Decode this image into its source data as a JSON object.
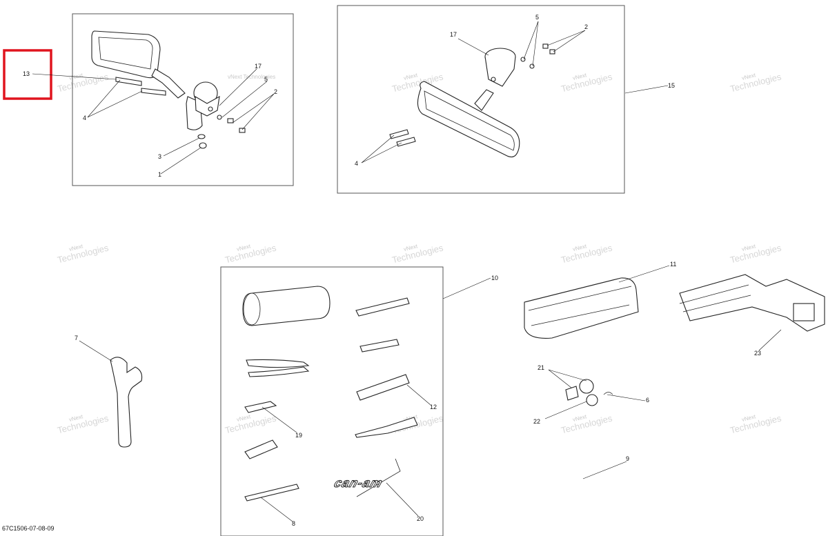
{
  "document_id": "67C1506-07-08-09",
  "watermark": {
    "line1": "vNext",
    "line2": "Technologies",
    "inline": "vNext Technologies"
  },
  "highlight_color": "#e0141e",
  "callouts": {
    "c13": "13",
    "c17a": "17",
    "c2a": "2",
    "c4a": "4",
    "c3": "3",
    "c1": "1",
    "c5a": "5",
    "c17b": "17",
    "c5b": "5",
    "c2b": "2",
    "c15": "15",
    "c4b": "4",
    "c10": "10",
    "c11": "11",
    "c7": "7",
    "c12": "12",
    "c19": "19",
    "c8": "8",
    "c20": "20",
    "c21": "21",
    "c6": "6",
    "c22": "22",
    "c23": "23",
    "c9": "9"
  },
  "logo_text": "can-am"
}
